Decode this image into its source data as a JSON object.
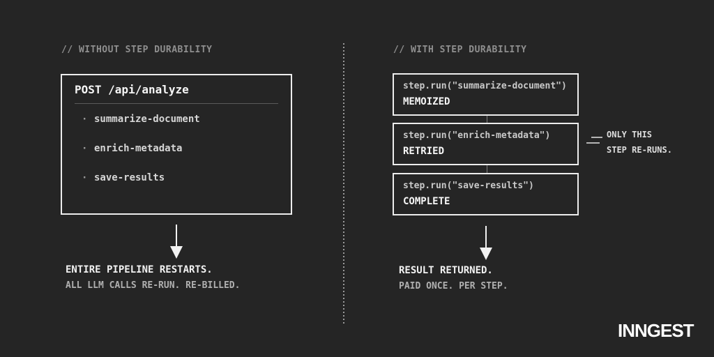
{
  "left_panel": {
    "header": "// WITHOUT STEP DURABILITY",
    "request_box": {
      "title": "POST /api/analyze",
      "bullet": "·",
      "steps": [
        "summarize-document",
        "enrich-metadata",
        "save-results"
      ]
    },
    "outcome": {
      "primary": "ENTIRE PIPELINE RESTARTS.",
      "secondary": "ALL LLM CALLS RE-RUN. RE-BILLED."
    }
  },
  "right_panel": {
    "header": "// WITH STEP DURABILITY",
    "step_boxes": [
      {
        "code": "step.run(\"summarize-document\")",
        "status": "MEMOIZED"
      },
      {
        "code": "step.run(\"enrich-metadata\")",
        "status": "RETRIED"
      },
      {
        "code": "step.run(\"save-results\")",
        "status": "COMPLETE"
      }
    ],
    "annotation": {
      "line1": "ONLY THIS",
      "line2": "STEP RE-RUNS."
    },
    "outcome": {
      "primary": "RESULT RETURNED.",
      "secondary": "PAID ONCE. PER STEP."
    }
  },
  "footer": {
    "logo_text": "INNGEST"
  },
  "icons": {
    "down_arrow": "css-triangle-down",
    "bullet": "·"
  },
  "colors": {
    "background": "#252525",
    "box_border": "#ededed",
    "text_primary": "#f2f2f2",
    "text_secondary": "#b0b0b0",
    "text_muted": "#8f8f8f",
    "code_text": "#c9c9c9",
    "divider_dots": "#9a9a9a"
  }
}
